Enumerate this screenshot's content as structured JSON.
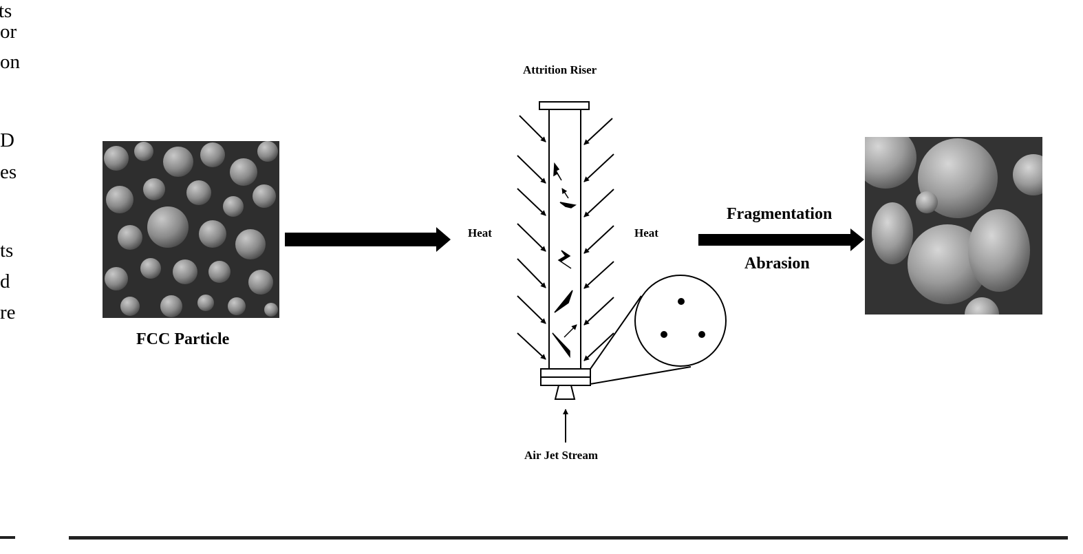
{
  "page_text_fragments": [
    "ts",
    "or",
    "on",
    "D",
    "es",
    "ts",
    "d",
    "re"
  ],
  "left_image": {
    "caption": "FCC Particle"
  },
  "riser": {
    "title": "Attrition Riser",
    "left_label": "Heat",
    "right_label": "Heat",
    "inlet_label": "Air Jet Stream"
  },
  "process": {
    "label_top": "Fragmentation",
    "label_bottom": "Abrasion"
  },
  "colors": {
    "ink": "#000000",
    "photo_bg": "#3a3a3a",
    "particle": "#9a9a9a"
  }
}
